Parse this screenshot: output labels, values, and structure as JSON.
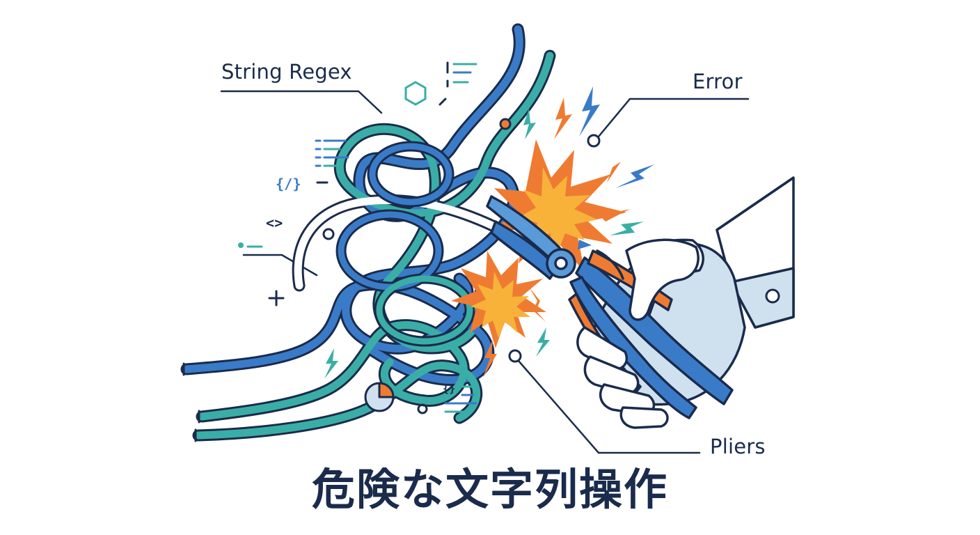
{
  "title": "危険な文字列操作",
  "labels": {
    "string_regex": "String Regex",
    "error": "Error",
    "pliers": "Pliers"
  },
  "icons": {
    "code_braces_slash": "{/}",
    "angle_brackets": "<>",
    "braces": "{}"
  },
  "colors": {
    "navy": "#1a2b4c",
    "blue": "#3a7bc8",
    "teal": "#3aaea6",
    "orange": "#ef7b32",
    "yellow": "#f8b23a",
    "light_blue": "#cfe0ef"
  }
}
